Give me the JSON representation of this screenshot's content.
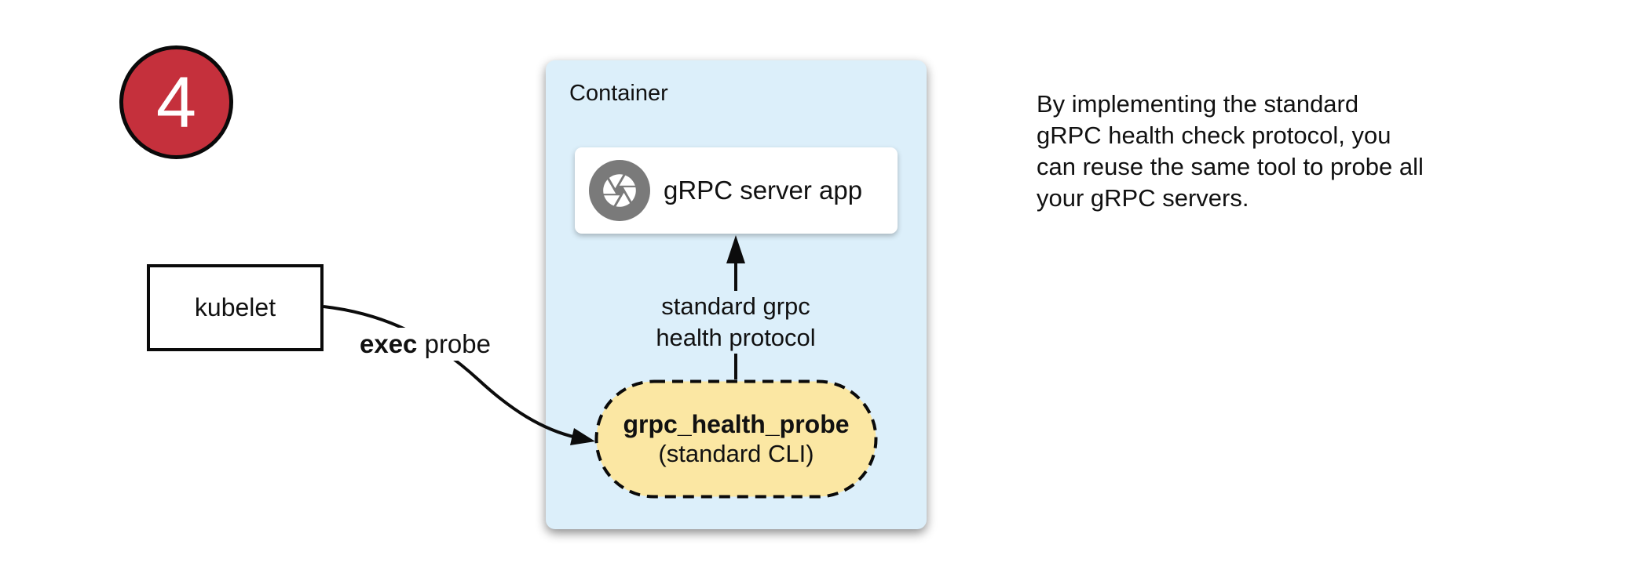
{
  "step_badge": {
    "number": "4"
  },
  "kubelet": {
    "label": "kubelet"
  },
  "exec_probe_arrow": {
    "label_bold": "exec",
    "label_rest": " probe"
  },
  "container": {
    "title": "Container"
  },
  "grpc_server": {
    "label": "gRPC server app",
    "icon": "aperture-icon"
  },
  "health_protocol_arrow": {
    "line1": "standard grpc",
    "line2": "health protocol"
  },
  "probe_pill": {
    "title": "grpc_health_probe",
    "subtitle": "(standard CLI)"
  },
  "caption": {
    "lines": [
      "By implementing the standard",
      "gRPC health check protocol, you",
      "can reuse the same tool to probe all",
      "your gRPC servers."
    ]
  },
  "colors": {
    "badge_red": "#c5303c",
    "container_fill": "#dceffa",
    "pill_fill": "#fbe7a3",
    "icon_gray": "#7a7a7a",
    "stroke_black": "#0a0a0a"
  }
}
